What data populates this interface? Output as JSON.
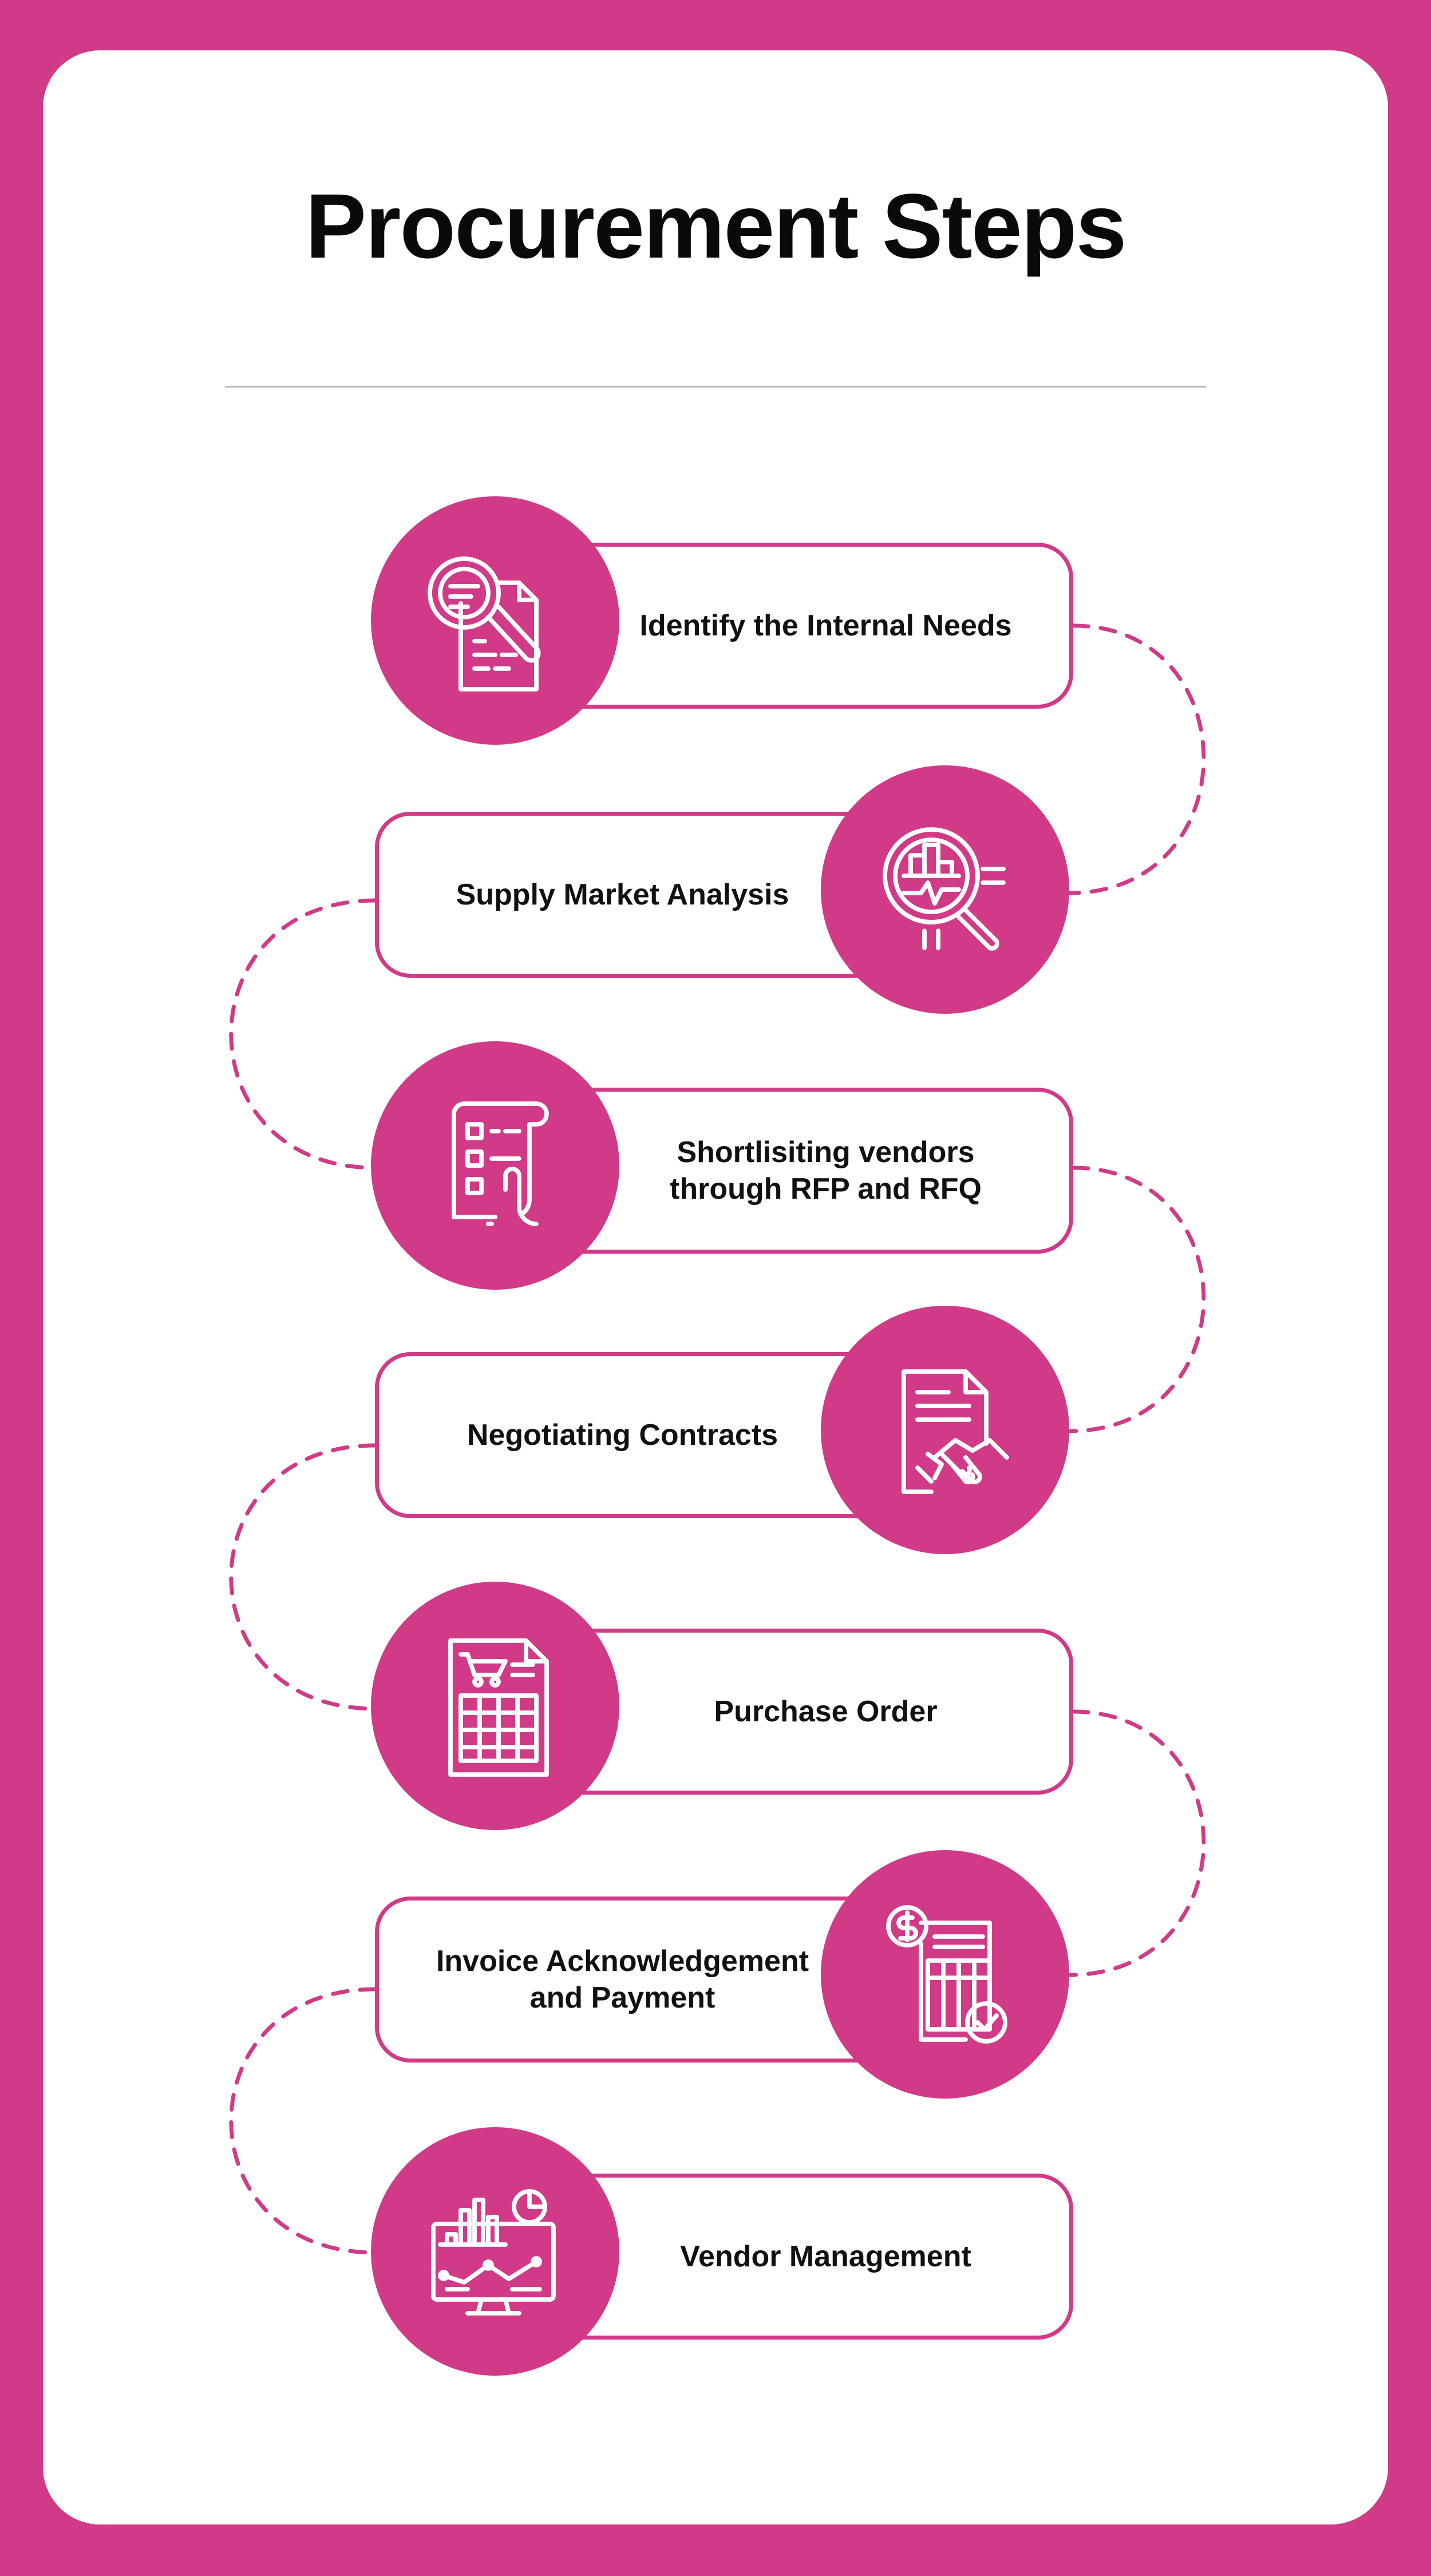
{
  "title": "Procurement Steps",
  "colors": {
    "accent": "#d03a87",
    "background": "#ffffff",
    "text": "#111111"
  },
  "steps": [
    {
      "label": "Identify the Internal Needs",
      "icon": "document-magnifier-icon"
    },
    {
      "label": "Supply Market Analysis",
      "icon": "market-analysis-magnifier-icon"
    },
    {
      "label": "Shortlisiting vendors\nthrough RFP and RFQ",
      "icon": "checklist-hand-icon"
    },
    {
      "label": "Negotiating Contracts",
      "icon": "contract-handshake-icon"
    },
    {
      "label": "Purchase Order",
      "icon": "purchase-order-cart-icon"
    },
    {
      "label": "Invoice Acknowledgement\nand Payment",
      "icon": "invoice-dollar-check-icon"
    },
    {
      "label": "Vendor Management",
      "icon": "vendor-dashboard-monitor-icon"
    }
  ]
}
